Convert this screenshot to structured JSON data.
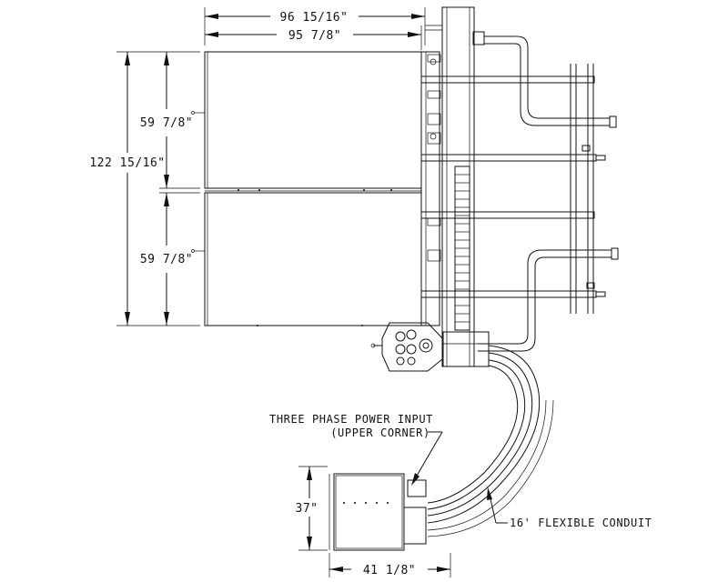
{
  "dimensions": {
    "overall_width_outer": "96 15/16\"",
    "overall_width_inner": "95 7/8\"",
    "overall_height": "122 15/16\"",
    "upper_panel_height": "59 7/8\"",
    "lower_panel_height": "59 7/8\"",
    "control_box_height": "37\"",
    "control_box_width": "41 1/8\""
  },
  "notes": {
    "power_input_line1": "THREE PHASE POWER INPUT",
    "power_input_line2": "(UPPER CORNER)",
    "conduit": "16' FLEXIBLE CONDUIT"
  }
}
